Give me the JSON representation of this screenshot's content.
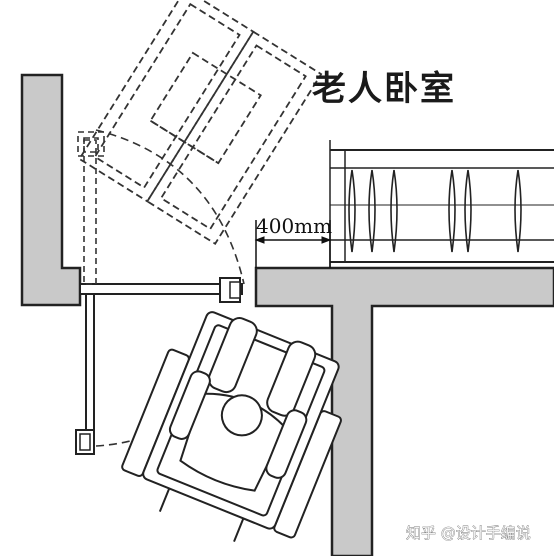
{
  "title": "老人卧室",
  "dimension_label": "400mm",
  "watermark": "知乎 @设计手编说",
  "colors": {
    "wall_fill": "#c9c9c9",
    "line": "#222222",
    "background": "#ffffff"
  }
}
